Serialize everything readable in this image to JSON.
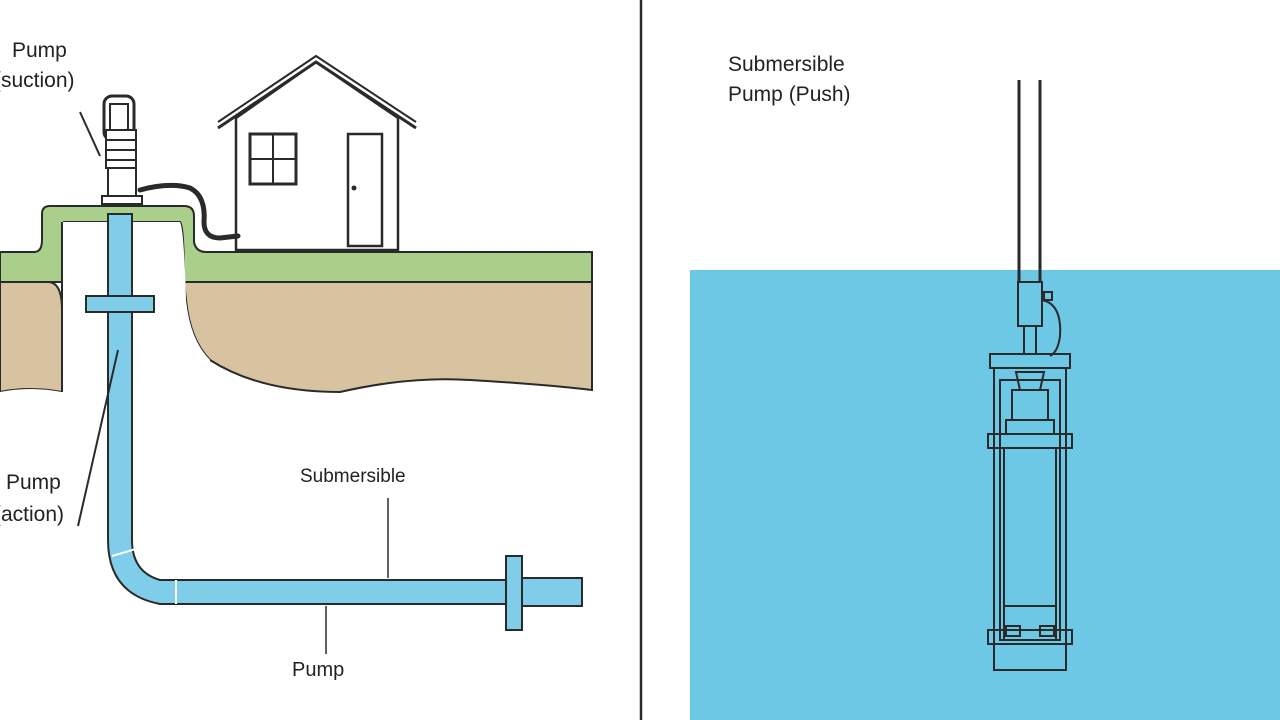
{
  "colors": {
    "water": "#6cc8e4",
    "pipe": "#7fcde8",
    "grass": "#a9cf8b",
    "soil": "#d8c3a0",
    "outline": "#2a2a2a",
    "background": "#ffffff"
  },
  "left_panel": {
    "pump_top_label": [
      "Pump",
      "(suction)"
    ],
    "pump_side_label": [
      "Pump",
      "(action)"
    ],
    "submersible_label": "Submersible",
    "pump_bottom_label": "Pump"
  },
  "right_panel": {
    "title_lines": [
      "Submersible",
      "Pump (Push)"
    ]
  },
  "icons": [
    "house-icon",
    "surface-pump-icon",
    "submersible-pump-icon"
  ]
}
